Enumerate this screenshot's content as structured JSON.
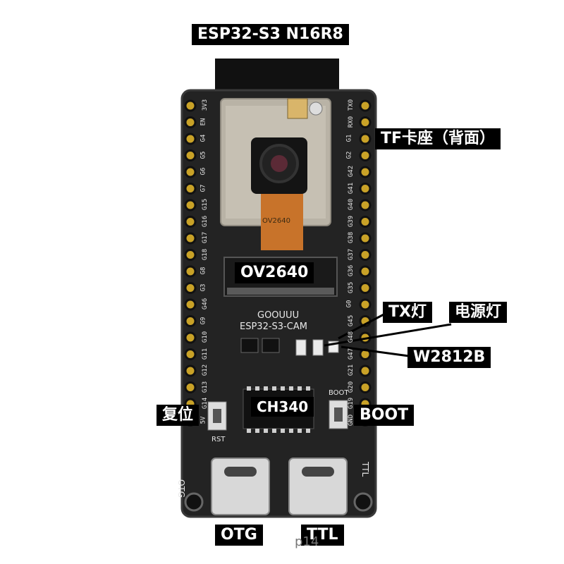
{
  "callouts": {
    "module": "ESP32-S3 N16R8",
    "tf_slot": "TF卡座（背面）",
    "camera_connector": "OV2640",
    "tx_led": "TX灯",
    "power_led": "电源灯",
    "rgb_led": "W2812B",
    "reset_button": "复位",
    "usb_chip": "CH340",
    "boot_button": "BOOT",
    "otg_port": "OTG",
    "ttl_port": "TTL"
  },
  "silkscreen": {
    "brand": "GOOUUU",
    "model": "ESP32-S3-CAM",
    "camera_flex": "OV2640",
    "rst": "RST",
    "boot": "BOOT",
    "otg_edge": "OTG",
    "ttl_edge": "TTL",
    "left_pins": [
      "3V3",
      "EN",
      "G4",
      "G5",
      "G6",
      "G7",
      "G15",
      "G16",
      "G17",
      "G18",
      "G8",
      "G3",
      "G46",
      "G9",
      "G10",
      "G11",
      "G12",
      "G13",
      "G14",
      "5V"
    ],
    "right_pins": [
      "TX0",
      "RX0",
      "G1",
      "G2",
      "G42",
      "G41",
      "G40",
      "G39",
      "G38",
      "G37",
      "G36",
      "G35",
      "G0",
      "G45",
      "G48",
      "G47",
      "G21",
      "G20",
      "G19",
      "GND"
    ]
  },
  "watermark": "p14",
  "colors": {
    "pcb": "#232323",
    "pcb_edge": "#3a3a3a",
    "pin_gold": "#c9a227",
    "shield": "#b9b3a6",
    "flex_cable": "#c8732a",
    "usb_metal": "#d8d8d8",
    "header_black": "#111111"
  }
}
